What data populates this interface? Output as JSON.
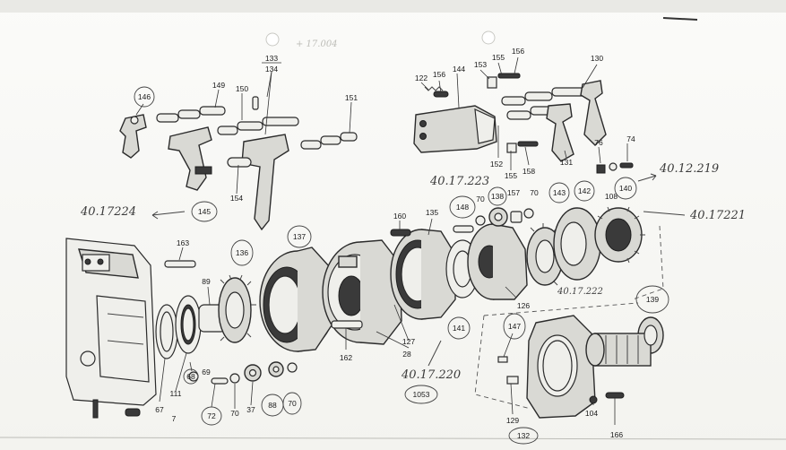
{
  "callouts": {
    "c133": "133",
    "c134": "134",
    "c149": "149",
    "c150": "150",
    "c151": "151",
    "c146": "146",
    "c145": "145",
    "c154": "154",
    "c122": "122",
    "c156a": "156",
    "c144": "144",
    "c153": "153",
    "c155a": "155",
    "c156b": "156",
    "c130": "130",
    "c152": "152",
    "c155b": "155",
    "c158": "158",
    "c131": "131",
    "c76": "76",
    "c74": "74",
    "c108": "108",
    "c140": "140",
    "c160": "160",
    "c135": "135",
    "c148": "148",
    "c70a": "70",
    "c138": "138",
    "c157": "157",
    "c70b": "70",
    "c143": "143",
    "c142": "142",
    "c163": "163",
    "c136": "136",
    "c137": "137",
    "c89": "89",
    "c139": "139",
    "c126": "126",
    "c147": "147",
    "c141": "141",
    "c127": "127",
    "c28": "28",
    "c162": "162",
    "c67": "67",
    "c111": "111",
    "c7": "7",
    "c68": "68",
    "c69": "69",
    "c72": "72",
    "c70c": "70",
    "c37": "37",
    "c88": "88",
    "c70d": "70",
    "c129": "129",
    "c132": "132",
    "c104": "104",
    "c166": "166",
    "c1053": "1053"
  },
  "handwritten": {
    "ref_left": "40.17224",
    "ref_mid": "40.17.223",
    "ref_top_right": "40.12.219",
    "ref_right": "40.17221",
    "ref_ring": "40.17.222",
    "ref_bottom": "40.17.220",
    "ref_topnote": "+ 17.004"
  }
}
